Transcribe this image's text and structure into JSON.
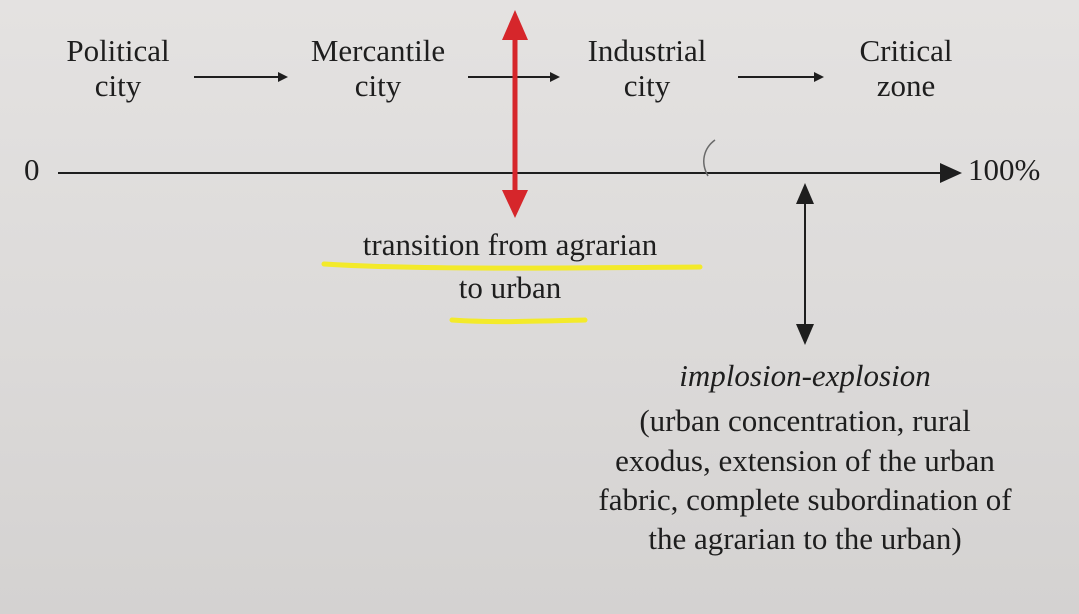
{
  "stages": [
    {
      "line1": "Political",
      "line2": "city"
    },
    {
      "line1": "Mercantile",
      "line2": "city"
    },
    {
      "line1": "Industrial",
      "line2": "city"
    },
    {
      "line1": "Critical",
      "line2": "zone"
    }
  ],
  "axis": {
    "start_label": "0",
    "end_label": "100%"
  },
  "transition": {
    "line1": "transition from agrarian",
    "line2": "to urban"
  },
  "implosion": {
    "title": "implosion-explosion",
    "lines": [
      "(urban concentration, rural",
      "exodus, extension of the urban",
      "fabric, complete subordination of",
      "the agrarian to the urban)"
    ]
  },
  "colors": {
    "ink": "#1e1e1e",
    "annotation_arrow": "#d6262b",
    "highlight": "#f3ea2a",
    "paper": "#dedcdb"
  }
}
